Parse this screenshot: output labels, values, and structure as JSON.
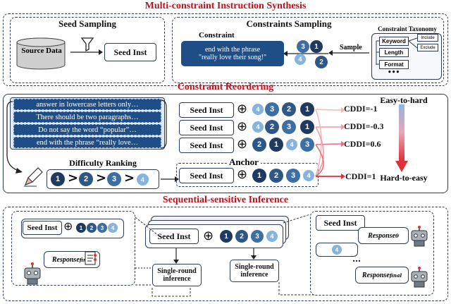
{
  "sections": {
    "synthesis": "Multi-constraint Instruction Synthesis",
    "reordering": "Constraint Reordering",
    "inference": "Sequential-sensitive Inference"
  },
  "seed_sampling": {
    "title": "Seed Sampling",
    "source": "Source Data",
    "seed": "Seed Inst"
  },
  "constraints_sampling": {
    "title": "Constraints Sampling",
    "constraint_label": "Constraint",
    "constraint_text_1": "end with the phrase",
    "constraint_text_2": "\"really love their song!\"",
    "sample": "Sample",
    "taxonomy_title": "Constraint Taxonomy",
    "taxonomy": [
      "Keyword",
      "Length",
      "Format"
    ],
    "taxonomy_sub": [
      "Include",
      "Exclude"
    ],
    "ellipsis": "•••",
    "sampled": [
      "3",
      "1",
      "4",
      "2"
    ]
  },
  "reordering": {
    "constraints": [
      "answer in lowercase letters only…",
      "There should be two paragraphs…",
      "Do not say the word “popular”…",
      "end with the phrase “really love…"
    ],
    "rows": [
      {
        "seed": "Seed Inst",
        "order": [
          "4",
          "3",
          "2",
          "1"
        ],
        "cddi": "CDDI=-1"
      },
      {
        "seed": "Seed Inst",
        "order": [
          "4",
          "2",
          "3",
          "1"
        ],
        "cddi": "CDDI=-0.3"
      },
      {
        "seed": "Seed Inst",
        "order": [
          "2",
          "1",
          "4",
          "3"
        ],
        "cddi": "CDDI=0.6"
      }
    ],
    "anchor": {
      "label": "Anchor",
      "seed": "Seed Inst",
      "order": [
        "1",
        "2",
        "3",
        "4"
      ],
      "cddi": "CDDI=1"
    },
    "ranking_title": "Difficulty Ranking",
    "ranking": [
      "1",
      "2",
      "3",
      "4"
    ],
    "ranking_op": ">",
    "easy": "Easy-to-hard",
    "hard": "Hard-to-easy"
  },
  "inference": {
    "left_seed": "Seed Inst",
    "left_order": [
      "1",
      "2",
      "3",
      "4"
    ],
    "response_final": "Response",
    "final_sub": "final",
    "center_seed": "Seed Inst",
    "center_order": [
      "1",
      "2",
      "3",
      "4"
    ],
    "single_round": "Single-round",
    "inference_word": "inference",
    "right_seed": "Seed Inst",
    "response_0": "Response",
    "zero_sub": "0",
    "right_circle": "4",
    "dots": "…"
  },
  "colors": {
    "title_red": "#c0101a",
    "navy": "#1f3a60",
    "blue": "#2e5785",
    "mid_blue": "#3e6fa3",
    "light_blue": "#86b4dc",
    "item_blue": "#1f4e86",
    "arrow_red": "#e0303a"
  }
}
